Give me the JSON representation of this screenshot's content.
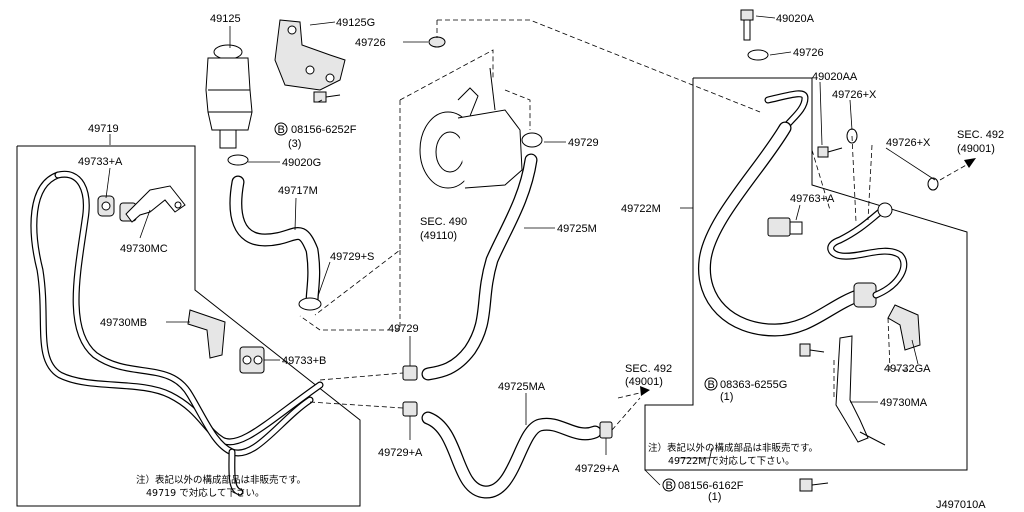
{
  "diagram_code": "J497010A",
  "labels": {
    "p49125": "49125",
    "p49125G": "49125G",
    "p49726_top": "49726",
    "p49020A": "49020A",
    "p49726_right": "49726",
    "p49020AA": "49020AA",
    "p49726X_1": "49726+X",
    "p49726X_2": "49726+X",
    "p49719": "49719",
    "p49733A": "49733+A",
    "p49730MC": "49730MC",
    "p49020G": "49020G",
    "p49717M": "49717M",
    "p49729S": "49729+S",
    "p49729_top": "49729",
    "p49725M": "49725M",
    "p49722M": "49722M",
    "p49763A": "49763+A",
    "p49730MB": "49730MB",
    "p49733B": "49733+B",
    "p49729_mid": "49729",
    "p49725MA": "49725MA",
    "p49729A_1": "49729+A",
    "p49729A_2": "49729+A",
    "p49732GA": "49732GA",
    "p49730MA": "49730MA",
    "bolt_08156_6252F": "08156-6252F",
    "bolt_08156_6252F_qty": "(3)",
    "bolt_08363_6255G": "08363-6255G",
    "bolt_08363_6255G_qty": "(1)",
    "bolt_08156_6162F": "08156-6162F",
    "bolt_08156_6162F_qty": "(1)",
    "bolt_prefix": "B"
  },
  "sections": {
    "sec490": "SEC. 490",
    "sec490_sub": "(49110)",
    "sec492_right": "SEC. 492",
    "sec492_right_sub": "(49001)",
    "sec492_mid": "SEC. 492",
    "sec492_mid_sub": "(49001)"
  },
  "notes": {
    "left_line1": "注）表記以外の構成部品は非販売です。",
    "left_line2": "49719 で対応して下さい。",
    "right_line1": "注）表記以外の構成部品は非販売です。",
    "right_line2": "49722M で対応して下さい。"
  }
}
